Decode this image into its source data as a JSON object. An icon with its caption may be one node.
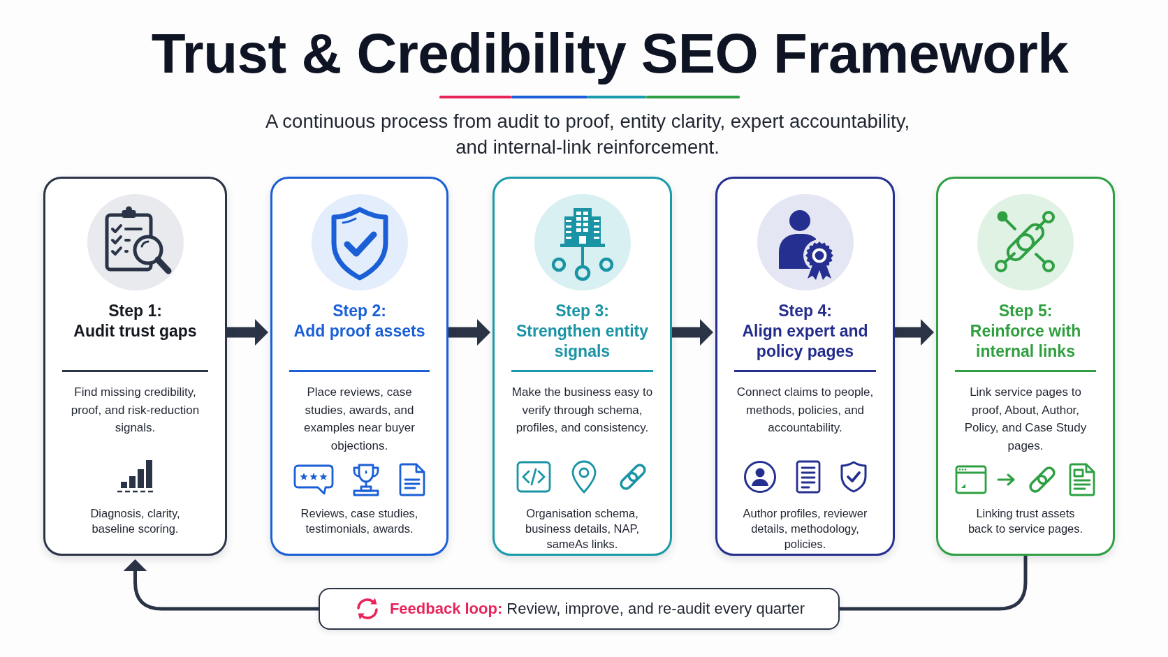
{
  "diagram": {
    "title": "Trust & Credibility SEO Framework",
    "caption": "A continuous process from audit to proof, entity clarity, expert accountability, and internal-link reinforcement.",
    "nodes": [
      {
        "text": [
          "Step 1:",
          "Audit trust gaps",
          "Find missing credibility, proof, and risk-reduction signals.",
          "Diagnosis, clarity, baseline scoring."
        ]
      },
      {
        "text": [
          "Step 2:",
          "Add proof assets",
          "Place reviews, case studies, awards, and examples near buyer objections.",
          "Reviews, case studies, testimonials, awards."
        ]
      },
      {
        "text": [
          "Step 3:",
          "Strengthen entity signals",
          "Make the business easy to verify through schema, profiles, and consistency.",
          "Organisation schema, business details, NAP, sameAs links."
        ]
      },
      {
        "text": [
          "Step 4:",
          "Align expert and policy pages",
          "Connect claims to people, methods, policies, and accountability.",
          "Author profiles, reviewer details, methodology, policies."
        ]
      },
      {
        "text": [
          "Step 5:",
          "Reinforce with internal links",
          "Link service pages to proof, About, Author, Policy, and Case Study pages.",
          "Linking trust assets back to service pages."
        ]
      },
      {
        "text": [
          "**Feedback loop:** Review, improve, and re-audit every quarter"
        ]
      }
    ],
    "edges": [
      {
        "from": 0,
        "to": 1,
        "arrow": "to"
      },
      {
        "from": 1,
        "to": 2,
        "arrow": "to"
      },
      {
        "from": 2,
        "to": 3,
        "arrow": "to"
      },
      {
        "from": 3,
        "to": 4,
        "arrow": "to"
      },
      {
        "from": 4,
        "to": 5,
        "arrow": "none"
      },
      {
        "from": 5,
        "to": 0,
        "arrow": "to"
      }
    ]
  }
}
